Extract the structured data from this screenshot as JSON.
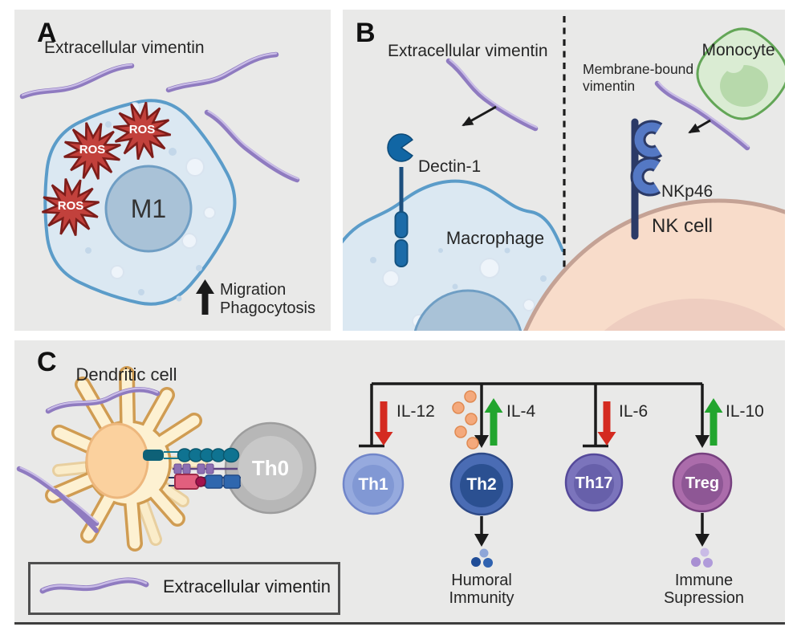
{
  "figure_type": "immunology pathway diagram",
  "colors": {
    "panel_background": "#e9e9e8",
    "vimentin_purple": "#8f7bc0",
    "vimentin_highlight": "#cabde7",
    "ros_red": "#c2413c",
    "ros_outline": "#7e1d1a",
    "macrophage_fill": "#dbe8f2",
    "macrophage_border": "#5b9cc9",
    "nucleus_blue": "#a9c2d7",
    "receptor_blue": "#1c6ba8",
    "receptor_navy": "#2b3a67",
    "monocyte_fill": "#daecd3",
    "monocyte_border": "#63a657",
    "nk_fill": "#f8dcca",
    "nk_border": "#c4a295",
    "dendritic_fill": "#fdf1d2",
    "dendritic_border": "#d09c52",
    "th0_gray": "#b7b7b7",
    "th1_blue": "#96aade",
    "th2_blue": "#4a6cb4",
    "th17_purple": "#7b74bc",
    "treg_magenta": "#ab6cab",
    "inhibit_red": "#d42a20",
    "activate_green": "#22a52e",
    "line_black": "#1b1b1b"
  },
  "panel_a": {
    "label": "A",
    "extracellular_vimentin": "Extracellular vimentin",
    "ros": "ROS",
    "nucleus": "M1",
    "effects": [
      "Migration",
      "Phagocytosis"
    ]
  },
  "panel_b": {
    "label": "B",
    "extracellular_vimentin": "Extracellular vimentin",
    "receptor_left": "Dectin-1",
    "cell_left": "Macrophage",
    "membrane_bound_vimentin": "Membrane-bound vimentin",
    "monocyte": "Monocyte",
    "receptor_right": "NKp46",
    "cell_right": "NK cell"
  },
  "panel_c": {
    "label": "C",
    "dendritic_cell": "Dendritic cell",
    "naive_cell": "Th0",
    "branches": [
      {
        "cell": "Th1",
        "cytokine": "IL-12",
        "arrow": "down",
        "link": "inhibit"
      },
      {
        "cell": "Th2",
        "cytokine": "IL-4",
        "arrow": "up",
        "link": "activate",
        "outcome1": "Humoral",
        "outcome2": "Immunity"
      },
      {
        "cell": "Th17",
        "cytokine": "IL-6",
        "arrow": "down",
        "link": "inhibit"
      },
      {
        "cell": "Treg",
        "cytokine": "IL-10",
        "arrow": "up",
        "link": "activate",
        "outcome1": "Immune",
        "outcome2": "Supression"
      }
    ],
    "legend": "Extracellular vimentin"
  }
}
